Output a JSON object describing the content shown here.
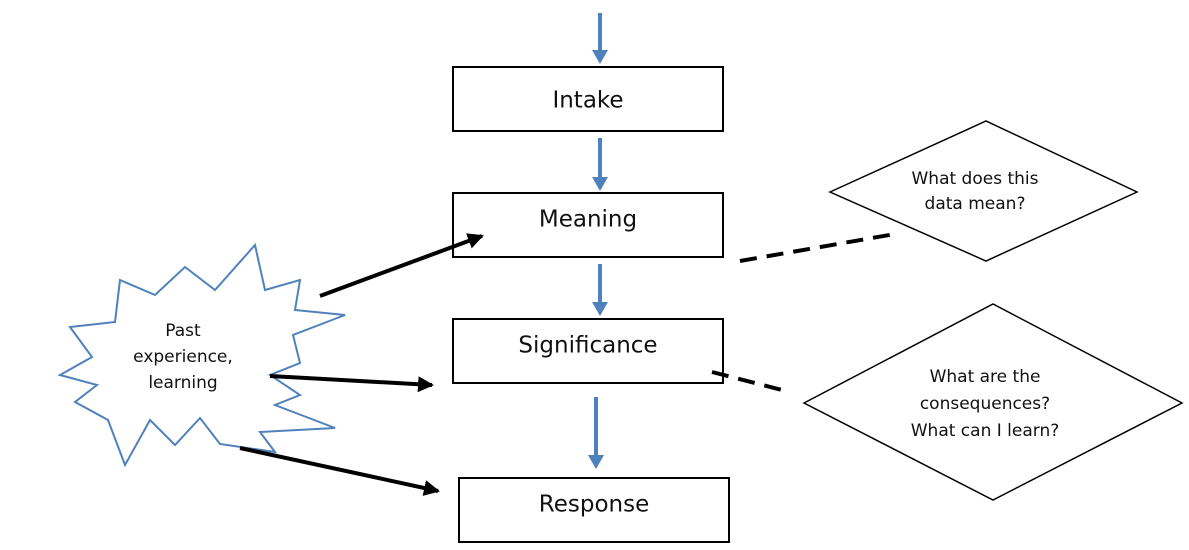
{
  "boxes": {
    "intake": "Intake",
    "meaning": "Meaning",
    "significance": "Significance",
    "response": "Response"
  },
  "burst": {
    "line1": "Past",
    "line2": "experience,",
    "line3": "learning"
  },
  "diamonds": {
    "meaning_question": {
      "line1": "What does this",
      "line2": "data mean?"
    },
    "significance_question": {
      "line1": "What are the",
      "line2": "consequences?",
      "line3": "What can I learn?"
    }
  },
  "colors": {
    "flow_arrow": "#4f81bd",
    "burst_outline": "#4f81bd",
    "box_outline": "#000000",
    "influence_arrow": "#000000"
  }
}
